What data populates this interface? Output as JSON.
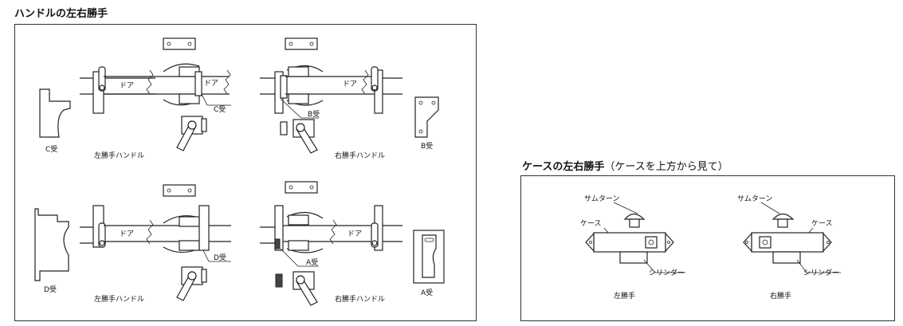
{
  "handle_section": {
    "title": "ハンドルの左右勝手",
    "labels": {
      "door": "ドア",
      "c_receiver": "C受",
      "b_receiver": "B受",
      "d_receiver": "D受",
      "a_receiver": "A受",
      "left_handle": "左勝手ハンドル",
      "right_handle": "右勝手ハンドル"
    }
  },
  "case_section": {
    "title": "ケースの左右勝手",
    "subtitle": "（ケースを上方から見て）",
    "labels": {
      "thumbturn": "サムターン",
      "case": "ケース",
      "cylinder": "シリンダー",
      "left": "左勝手",
      "right": "右勝手"
    }
  }
}
